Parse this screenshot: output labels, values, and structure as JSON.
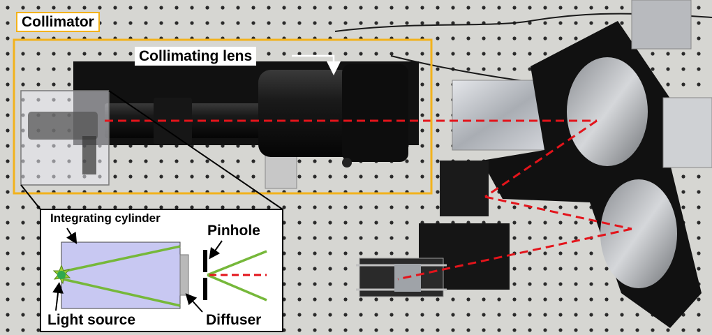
{
  "labels": {
    "collimator": "Collimator",
    "collimating_lens": "Collimating lens",
    "integrating_cylinder": "Integrating cylinder",
    "pinhole": "Pinhole",
    "light_source": "Light source",
    "diffuser": "Diffuser"
  },
  "colors": {
    "collimator_box": "#f2b21c",
    "beam": "#e3141b",
    "cylinder_fill": "#c8c8f2",
    "light_rays": "#76b83a",
    "light_source": "#2fa84f"
  }
}
